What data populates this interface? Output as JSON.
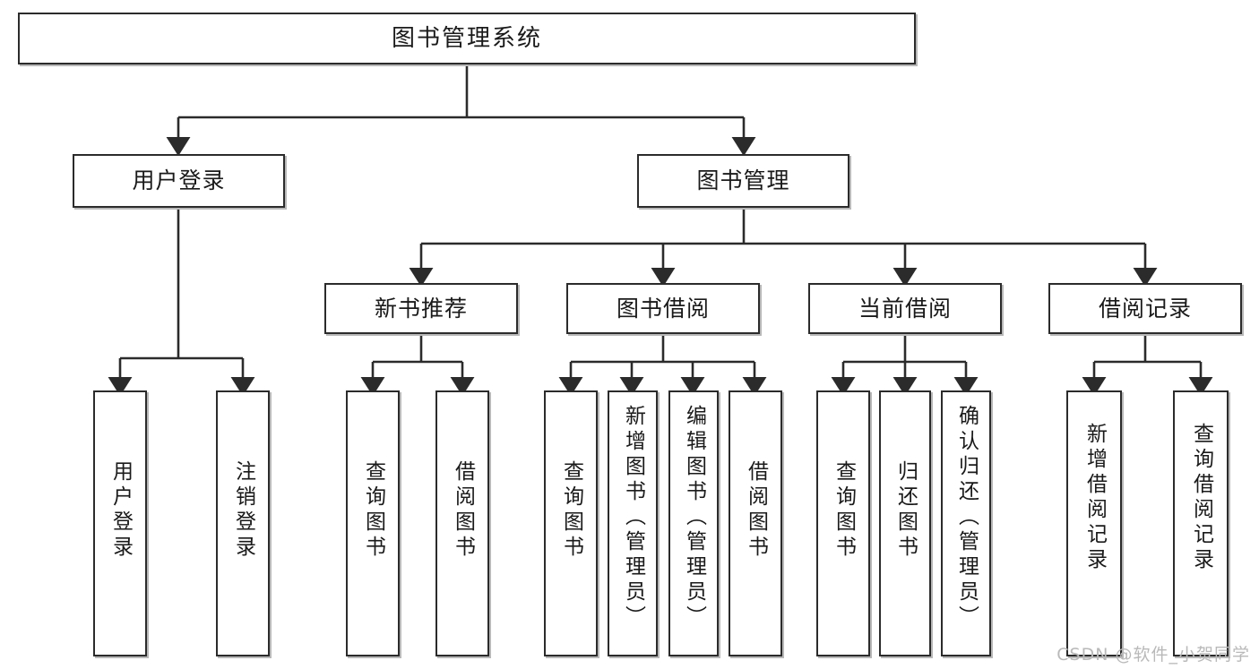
{
  "diagram": {
    "title": "图书管理系统",
    "type": "tree-hierarchy",
    "orientation": "top-down",
    "colors": {
      "box_border": "#2b2b2b",
      "box_fill": "#ffffff",
      "edge": "#2b2b2b",
      "text": "#1a1a1a",
      "watermark": "#b9b9b9",
      "shadow": "#b8b8b8"
    },
    "watermark": "CSDN @软件_小贺同学"
  },
  "nodes": {
    "root": {
      "label": "图书管理系统",
      "level": 1
    },
    "l2": [
      {
        "id": "user-login",
        "label": "用户登录",
        "level": 2
      },
      {
        "id": "book-manage",
        "label": "图书管理",
        "level": 2
      }
    ],
    "l3": [
      {
        "id": "new-book-rec",
        "label": "新书推荐",
        "level": 3,
        "parent": "book-manage"
      },
      {
        "id": "book-borrow",
        "label": "图书借阅",
        "level": 3,
        "parent": "book-manage"
      },
      {
        "id": "current-borrow",
        "label": "当前借阅",
        "level": 3,
        "parent": "book-manage"
      },
      {
        "id": "borrow-record",
        "label": "借阅记录",
        "level": 3,
        "parent": "book-manage"
      }
    ],
    "leaves": [
      {
        "id": "leaf-user-login",
        "label": "用户登录",
        "parent": "user-login"
      },
      {
        "id": "leaf-logout",
        "label": "注销登录",
        "parent": "user-login"
      },
      {
        "id": "leaf-query-book-rec",
        "label": "查询图书",
        "parent": "new-book-rec"
      },
      {
        "id": "leaf-borrow-book-rec",
        "label": "借阅图书",
        "parent": "new-book-rec"
      },
      {
        "id": "leaf-query-book-borrow",
        "label": "查询图书",
        "parent": "book-borrow"
      },
      {
        "id": "leaf-add-book",
        "label": "新增图书（管理员）",
        "parent": "book-borrow"
      },
      {
        "id": "leaf-edit-book",
        "label": "编辑图书（管理员）",
        "parent": "book-borrow"
      },
      {
        "id": "leaf-borrow-book",
        "label": "借阅图书",
        "parent": "book-borrow"
      },
      {
        "id": "leaf-query-book-cur",
        "label": "查询图书",
        "parent": "current-borrow"
      },
      {
        "id": "leaf-return-book",
        "label": "归还图书",
        "parent": "current-borrow"
      },
      {
        "id": "leaf-confirm-return",
        "label": "确认归还（管理员）",
        "parent": "current-borrow"
      },
      {
        "id": "leaf-add-record",
        "label": "新增借阅记录",
        "parent": "borrow-record"
      },
      {
        "id": "leaf-query-record",
        "label": "查询借阅记录",
        "parent": "borrow-record"
      }
    ]
  }
}
